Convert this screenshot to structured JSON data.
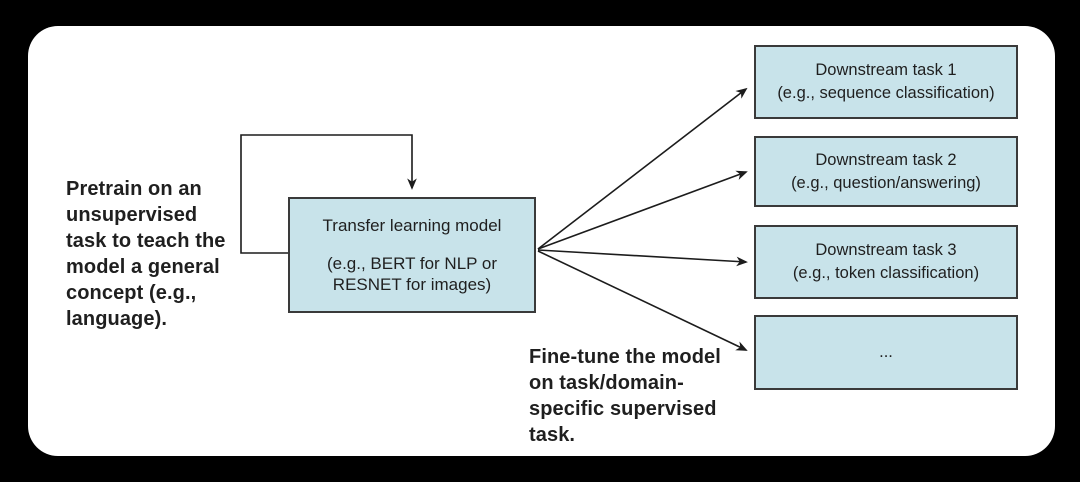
{
  "colors": {
    "background": "#000000",
    "surface": "#ffffff",
    "box_fill": "#c8e3ea",
    "box_border": "#3a3a3a",
    "arrow": "#1c1c1c",
    "text": "#1f1f1f"
  },
  "annotations": {
    "pretrain": {
      "text": "Pretrain on an unsupervised task to teach the model a general concept (e.g., language).",
      "lines": [
        "Pretrain on an",
        "unsupervised",
        "task to teach the",
        "model a general",
        "concept (e.g.,",
        "language)."
      ]
    },
    "finetune": {
      "text": "Fine-tune the model on task/domain-specific supervised task.",
      "lines": [
        "Fine-tune the model",
        "on task/domain-",
        "specific supervised",
        "task."
      ]
    }
  },
  "transfer_box": {
    "title": "Transfer learning model",
    "subtitle": "(e.g., BERT for NLP or RESNET for images)"
  },
  "downstream_boxes": [
    {
      "title": "Downstream task 1",
      "subtitle": "(e.g., sequence classification)"
    },
    {
      "title": "Downstream task 2",
      "subtitle": "(e.g., question/answering)"
    },
    {
      "title": "Downstream task 3",
      "subtitle": "(e.g., token classification)"
    },
    {
      "title": "...",
      "subtitle": ""
    }
  ]
}
